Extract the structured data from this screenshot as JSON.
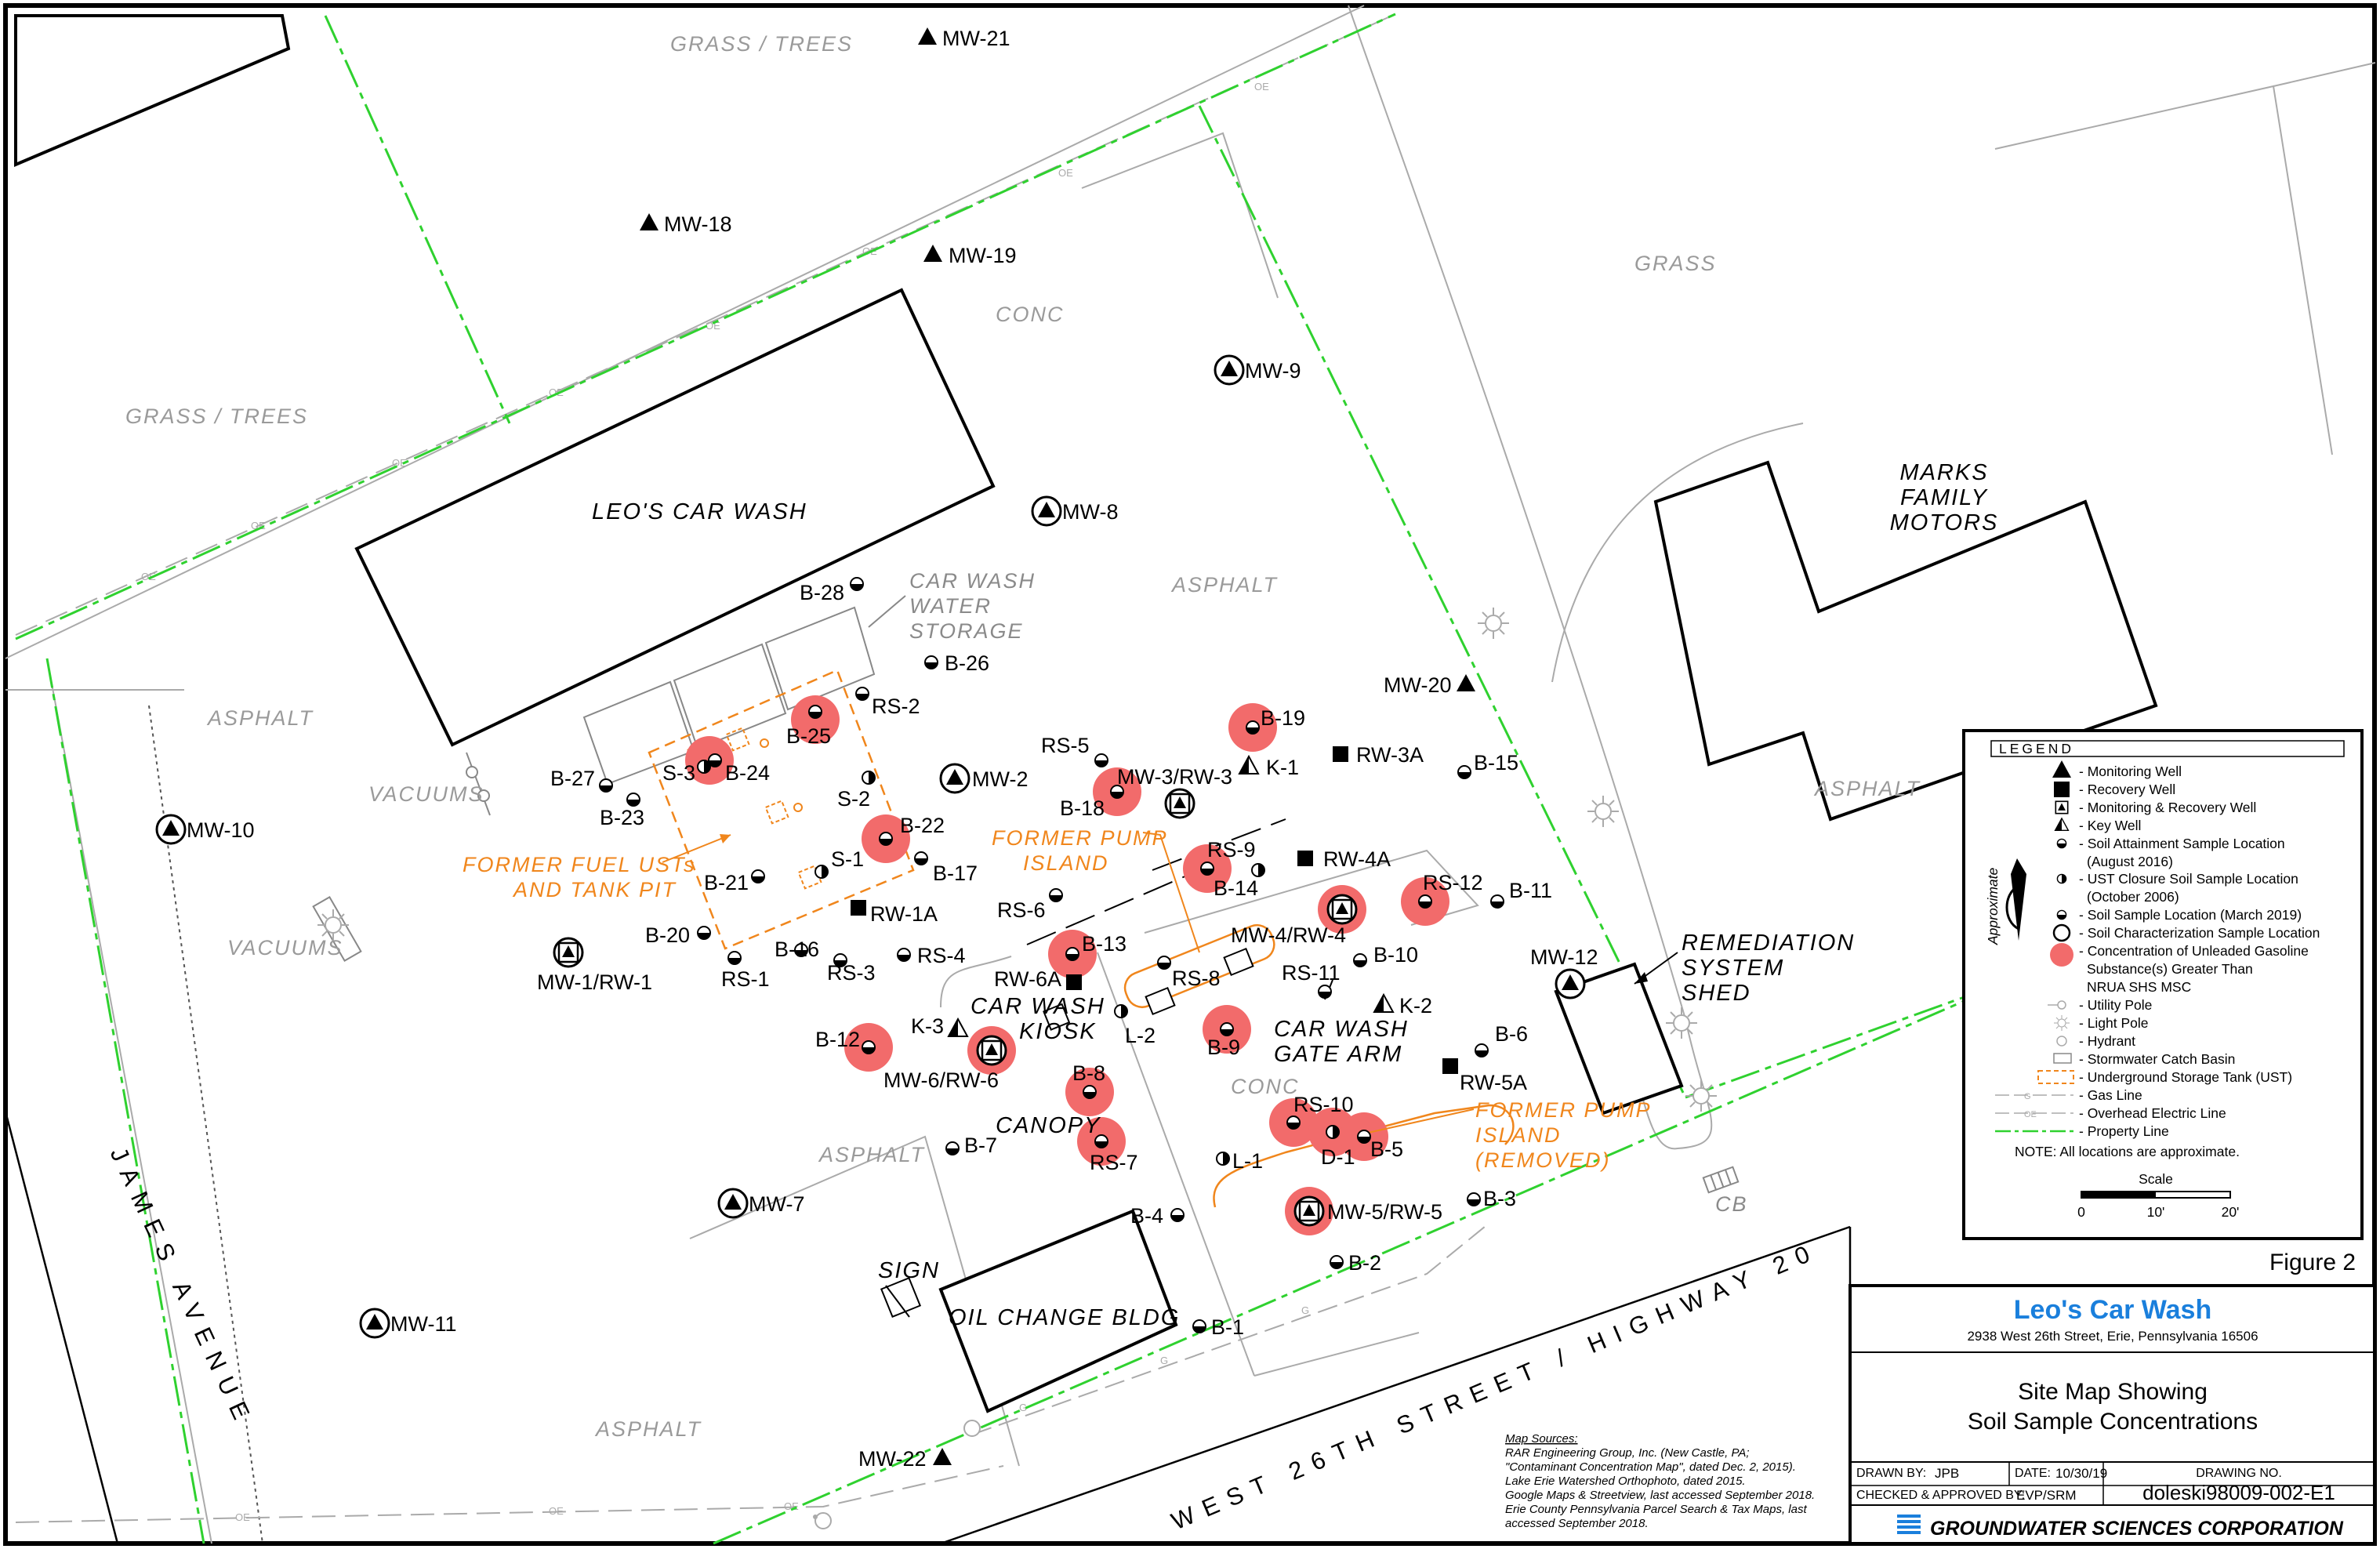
{
  "map": {
    "areas": [
      "GRASS / TREES",
      "GRASS / TREES",
      "GRASS",
      "ASPHALT",
      "ASPHALT",
      "ASPHALT",
      "ASPHALT",
      "ASPHALT",
      "CONC",
      "CONC",
      "VACUUMS",
      "VACUUMS"
    ],
    "buildings": {
      "leos": "LEO'S CAR WASH",
      "marks": [
        "MARKS",
        "FAMILY",
        "MOTORS"
      ],
      "oil": "OIL CHANGE BLDG",
      "shed": [
        "REMEDIATION",
        "SYSTEM",
        "SHED"
      ]
    },
    "streets": {
      "james": "JAMES AVENUE",
      "highway": "WEST 26TH STREET / HIGHWAY 20"
    },
    "annotations": {
      "water_storage": [
        "CAR WASH",
        "WATER",
        "STORAGE"
      ],
      "fuel_usts": [
        "FORMER FUEL USTs",
        "AND TANK PIT"
      ],
      "pump_island": [
        "FORMER PUMP",
        "ISLAND"
      ],
      "pump_island_removed": [
        "FORMER PUMP",
        "ISLAND",
        "(REMOVED)"
      ],
      "kiosk": [
        "CAR WASH",
        "KIOSK"
      ],
      "gate_arm": [
        "CAR WASH",
        "GATE ARM"
      ],
      "canopy": "CANOPY",
      "sign": "SIGN",
      "cb": "CB"
    },
    "monitoring_wells": [
      "MW-21",
      "MW-18",
      "MW-19",
      "MW-20",
      "MW-22"
    ],
    "char_wells": [
      "MW-9",
      "MW-8",
      "MW-2",
      "MW-10",
      "MW-12",
      "MW-7",
      "MW-11"
    ],
    "recovery_wells": [
      "RW-3A",
      "RW-4A",
      "RW-1A",
      "RW-6A",
      "RW-5A"
    ],
    "combo_wells": [
      "MW-3/RW-3",
      "MW-4/RW-4",
      "MW-1/RW-1",
      "MW-6/RW-6",
      "MW-5/RW-5"
    ],
    "key_wells": [
      "K-1",
      "K-2",
      "K-3"
    ],
    "samples": [
      "B-28",
      "B-26",
      "RS-2",
      "B-25",
      "S-3",
      "B-24",
      "B-27",
      "B-23",
      "S-2",
      "B-22",
      "S-1",
      "B-21",
      "B-17",
      "RS-5",
      "B-18",
      "B-19",
      "B-15",
      "RS-9",
      "B-14",
      "RS-12",
      "B-11",
      "RS-6",
      "B-20",
      "B-16",
      "RS-1",
      "RS-3",
      "RS-4",
      "B-13",
      "RS-8",
      "RS-11",
      "B-10",
      "L-2",
      "B-9",
      "B-12",
      "B-6",
      "B-8",
      "RS-10",
      "D-1",
      "B-5",
      "B-7",
      "RS-7",
      "L-1",
      "B-3",
      "B-4",
      "B-2",
      "B-1"
    ]
  },
  "legend": {
    "title": "LEGEND",
    "items": [
      "- Monitoring Well",
      "- Recovery Well",
      "- Monitoring & Recovery Well",
      "- Key Well",
      "- Soil Attainment Sample Location",
      "(August 2016)",
      "- UST Closure Soil Sample Location",
      "(October 2006)",
      "- Soil Sample Location (March 2019)",
      "- Soil Characterization Sample Location",
      "- Concentration of Unleaded Gasoline",
      "Substance(s) Greater Than",
      "NRUA SHS MSC",
      "- Utility Pole",
      "- Light Pole",
      "- Hydrant",
      "- Stormwater Catch Basin",
      "- Underground Storage Tank (UST)",
      "- Gas Line",
      "- Overhead Electric Line",
      "- Property Line"
    ],
    "note": "NOTE: All locations are approximate.",
    "scale_label": "Scale",
    "scale_ticks": [
      "0",
      "10'",
      "20'"
    ],
    "approx": "Approximate",
    "gas_code": "G",
    "oe_code": "OE",
    "colors": {
      "hit": "#f26b6b",
      "orange": "#f0861c",
      "property": "#2fd12f",
      "lines": "#a8a8a8"
    }
  },
  "figure": "Figure 2",
  "title_block": {
    "site": "Leo's Car Wash",
    "address": "2938 West 26th Street, Erie, Pennsylvania 16506",
    "title1": "Site Map Showing",
    "title2": "Soil Sample Concentrations",
    "drawn_label": "DRAWN BY:",
    "drawn": "JPB",
    "date_label": "DATE:",
    "date": "10/30/19",
    "drawing_no_label": "DRAWING NO.",
    "drawing_no": "doleski98009-002-E1",
    "checked_label": "CHECKED & APPROVED BY:",
    "checked": "EVP/SRM",
    "company": "GROUNDWATER SCIENCES CORPORATION"
  },
  "sources": [
    "Map Sources:",
    "RAR Engineering Group, Inc. (New Castle, PA;",
    "\"Contaminant Concentration Map\", dated Dec. 2, 2015).",
    "Lake Erie Watershed Orthophoto, dated 2015.",
    "Google Maps & Streetview, last accessed September 2018.",
    "Erie County Pennsylvania Parcel Search & Tax Maps, last",
    "accessed September 2018."
  ]
}
